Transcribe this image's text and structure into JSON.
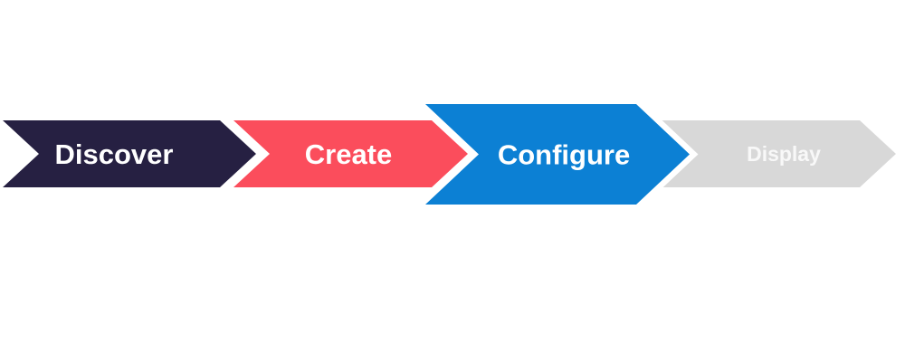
{
  "diagram": {
    "type": "process-flow-chevrons",
    "background_color": "#ffffff",
    "separator_color": "#ffffff",
    "steps": [
      {
        "label": "Discover",
        "fill_color": "#262042",
        "text_color": "#ffffff",
        "highlighted": false
      },
      {
        "label": "Create",
        "fill_color": "#fb4d5c",
        "text_color": "#ffffff",
        "highlighted": false
      },
      {
        "label": "Configure",
        "fill_color": "#0c80d4",
        "text_color": "#ffffff",
        "highlighted": true
      },
      {
        "label": "Display",
        "fill_color": "#d8d8d8",
        "text_color": "#f8f8f8",
        "highlighted": false
      }
    ]
  }
}
